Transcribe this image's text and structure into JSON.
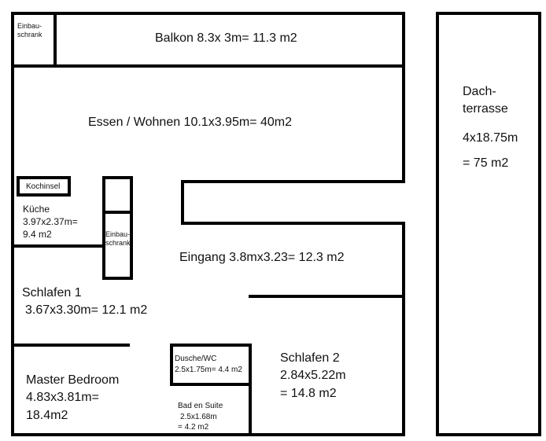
{
  "rooms": {
    "einbau_1": [
      "Einbau-",
      "schrank"
    ],
    "balkon": "Balkon 8.3x 3m= 11.3 m2",
    "essen": "Essen / Wohnen 10.1x3.95m= 40m2",
    "kochinsel": "Kochinsel",
    "kueche": [
      "Küche",
      "3.97x2.37m=",
      "9.4 m2"
    ],
    "einbau_2": [
      "Einbau-",
      "schrank"
    ],
    "eingang": "Eingang 3.8mx3.23= 12.3 m2",
    "schlafen1": [
      "Schlafen 1",
      "3.67x3.30m= 12.1 m2"
    ],
    "master": [
      "Master Bedroom",
      "4.83x3.81m=",
      "18.4m2"
    ],
    "dusche": [
      "Dusche/WC",
      "2.5x1.75m= 4.4 m2"
    ],
    "bad": [
      "Bad en Suite",
      "2.5x1.68m",
      "= 4.2 m2"
    ],
    "schlafen2": [
      "Schlafen 2",
      "2.84x5.22m",
      "= 14.8 m2"
    ],
    "dachterrasse": [
      "Dach-",
      "terrasse",
      "4x18.75m",
      "= 75 m2"
    ]
  }
}
